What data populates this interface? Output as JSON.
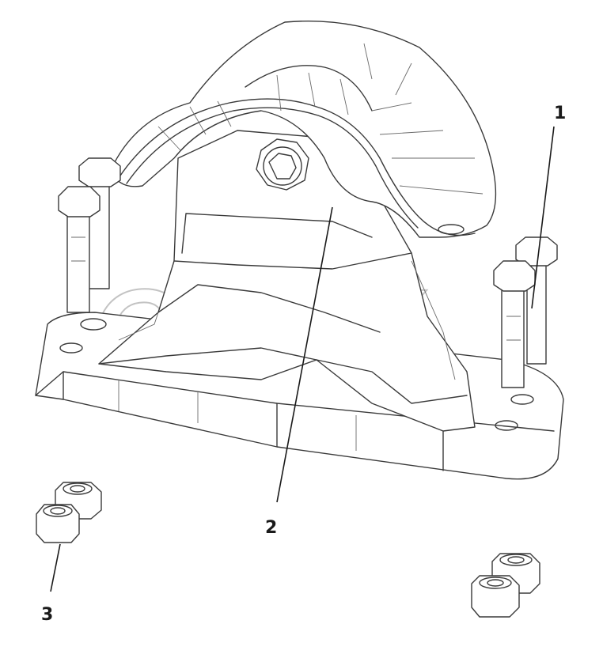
{
  "figure": {
    "watermark": "OPEX",
    "callouts": [
      {
        "id": "1",
        "label": "1"
      },
      {
        "id": "2",
        "label": "2"
      },
      {
        "id": "3",
        "label": "3"
      }
    ]
  }
}
